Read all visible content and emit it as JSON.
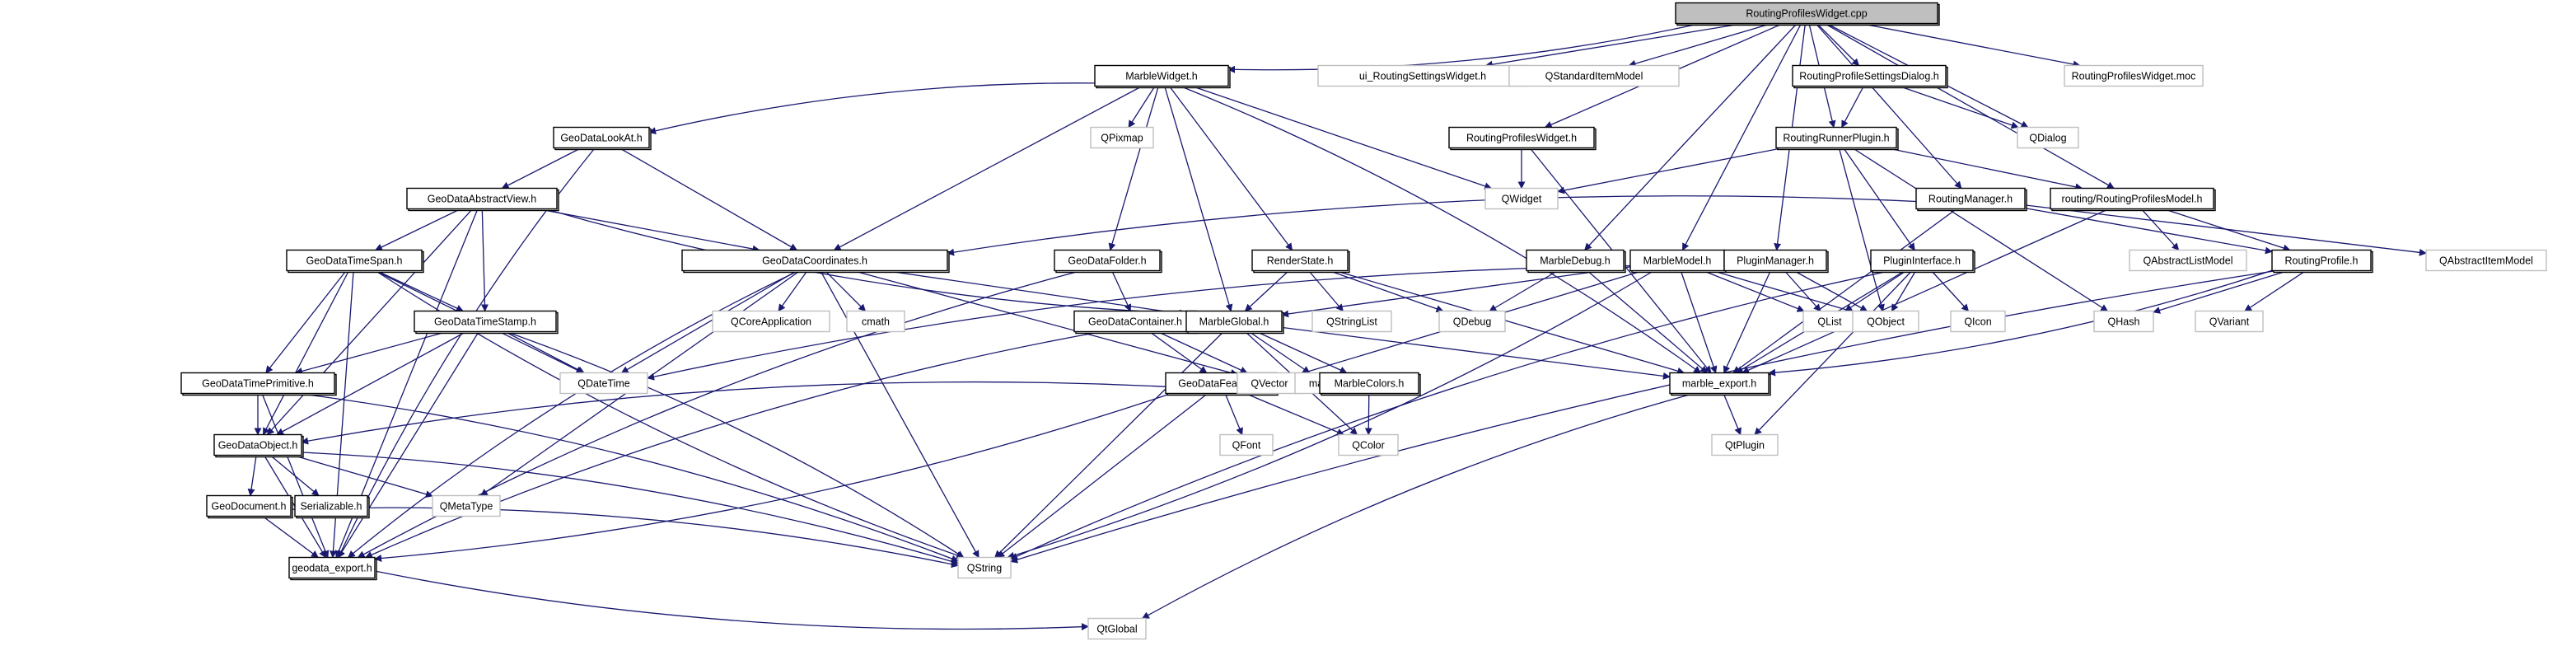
{
  "title": "RoutingProfilesWidget.cpp include dependency graph",
  "colors": {
    "edge": "#191970",
    "root_fill": "#bfbfbf",
    "local_border": "#000000",
    "external_border": "#bfbfbf"
  },
  "nodes": [
    {
      "id": "root",
      "label": "RoutingProfilesWidget.cpp",
      "kind": "root"
    },
    {
      "id": "MarbleWidget",
      "label": "MarbleWidget.h",
      "kind": "local"
    },
    {
      "id": "uiRSW",
      "label": "ui_RoutingSettingsWidget.h",
      "kind": "ext"
    },
    {
      "id": "QStandardItemModel",
      "label": "QStandardItemModel",
      "kind": "ext"
    },
    {
      "id": "RPSD",
      "label": "RoutingProfileSettingsDialog.h",
      "kind": "local"
    },
    {
      "id": "moc",
      "label": "RoutingProfilesWidget.moc",
      "kind": "ext"
    },
    {
      "id": "GeoDataLookAt",
      "label": "GeoDataLookAt.h",
      "kind": "local"
    },
    {
      "id": "QPixmap",
      "label": "QPixmap",
      "kind": "ext"
    },
    {
      "id": "RPWh",
      "label": "RoutingProfilesWidget.h",
      "kind": "local"
    },
    {
      "id": "RRP",
      "label": "RoutingRunnerPlugin.h",
      "kind": "local"
    },
    {
      "id": "QDialog",
      "label": "QDialog",
      "kind": "ext"
    },
    {
      "id": "QWidget",
      "label": "QWidget",
      "kind": "ext"
    },
    {
      "id": "RPM",
      "label": "routing/RoutingProfilesModel.h",
      "kind": "local"
    },
    {
      "id": "RoutingManager",
      "label": "RoutingManager.h",
      "kind": "local"
    },
    {
      "id": "GDAV",
      "label": "GeoDataAbstractView.h",
      "kind": "local"
    },
    {
      "id": "GDCoord",
      "label": "GeoDataCoordinates.h",
      "kind": "local"
    },
    {
      "id": "GDFolder",
      "label": "GeoDataFolder.h",
      "kind": "local"
    },
    {
      "id": "RenderState",
      "label": "RenderState.h",
      "kind": "local"
    },
    {
      "id": "MarbleDebug",
      "label": "MarbleDebug.h",
      "kind": "local"
    },
    {
      "id": "MarbleModel",
      "label": "MarbleModel.h",
      "kind": "local"
    },
    {
      "id": "PluginManager",
      "label": "PluginManager.h",
      "kind": "local"
    },
    {
      "id": "PluginInterface",
      "label": "PluginInterface.h",
      "kind": "local"
    },
    {
      "id": "QAbstractListModel",
      "label": "QAbstractListModel",
      "kind": "ext"
    },
    {
      "id": "RoutingProfile",
      "label": "RoutingProfile.h",
      "kind": "local"
    },
    {
      "id": "QAbstractItemModel",
      "label": "QAbstractItemModel",
      "kind": "ext"
    },
    {
      "id": "GDTimeSpan",
      "label": "GeoDataTimeSpan.h",
      "kind": "local"
    },
    {
      "id": "GDTimeStamp",
      "label": "GeoDataTimeStamp.h",
      "kind": "local"
    },
    {
      "id": "QCoreApplication",
      "label": "QCoreApplication",
      "kind": "ext"
    },
    {
      "id": "cmath",
      "label": "cmath",
      "kind": "ext"
    },
    {
      "id": "GDContainer",
      "label": "GeoDataContainer.h",
      "kind": "local"
    },
    {
      "id": "MarbleGlobal",
      "label": "MarbleGlobal.h",
      "kind": "local"
    },
    {
      "id": "QStringList",
      "label": "QStringList",
      "kind": "ext"
    },
    {
      "id": "QDebug",
      "label": "QDebug",
      "kind": "ext"
    },
    {
      "id": "QList",
      "label": "QList",
      "kind": "ext"
    },
    {
      "id": "QObject",
      "label": "QObject",
      "kind": "ext"
    },
    {
      "id": "QIcon",
      "label": "QIcon",
      "kind": "ext"
    },
    {
      "id": "QHash",
      "label": "QHash",
      "kind": "ext"
    },
    {
      "id": "QVariant",
      "label": "QVariant",
      "kind": "ext"
    },
    {
      "id": "GDTimePrimitive",
      "label": "GeoDataTimePrimitive.h",
      "kind": "local"
    },
    {
      "id": "QDateTime",
      "label": "QDateTime",
      "kind": "ext"
    },
    {
      "id": "GDFeature",
      "label": "GeoDataFeature.h",
      "kind": "local"
    },
    {
      "id": "QVector",
      "label": "QVector",
      "kind": "ext"
    },
    {
      "id": "mathh",
      "label": "math.h",
      "kind": "ext"
    },
    {
      "id": "MarbleColors",
      "label": "MarbleColors.h",
      "kind": "local"
    },
    {
      "id": "marble_export",
      "label": "marble_export.h",
      "kind": "local"
    },
    {
      "id": "GDObject",
      "label": "GeoDataObject.h",
      "kind": "local"
    },
    {
      "id": "QFont",
      "label": "QFont",
      "kind": "ext"
    },
    {
      "id": "QColor",
      "label": "QColor",
      "kind": "ext"
    },
    {
      "id": "QtPlugin",
      "label": "QtPlugin",
      "kind": "ext"
    },
    {
      "id": "GeoDocument",
      "label": "GeoDocument.h",
      "kind": "local"
    },
    {
      "id": "Serializable",
      "label": "Serializable.h",
      "kind": "local"
    },
    {
      "id": "QMetaType",
      "label": "QMetaType",
      "kind": "ext"
    },
    {
      "id": "geodata_export",
      "label": "geodata_export.h",
      "kind": "local"
    },
    {
      "id": "QString",
      "label": "QString",
      "kind": "ext"
    },
    {
      "id": "QtGlobal",
      "label": "QtGlobal",
      "kind": "ext"
    }
  ],
  "edges": [
    [
      "root",
      "MarbleWidget"
    ],
    [
      "root",
      "uiRSW"
    ],
    [
      "root",
      "QStandardItemModel"
    ],
    [
      "root",
      "RPSD"
    ],
    [
      "root",
      "moc"
    ],
    [
      "root",
      "RPWh"
    ],
    [
      "root",
      "RRP"
    ],
    [
      "root",
      "QDialog"
    ],
    [
      "root",
      "RPM"
    ],
    [
      "root",
      "RoutingManager"
    ],
    [
      "root",
      "MarbleDebug"
    ],
    [
      "root",
      "MarbleModel"
    ],
    [
      "root",
      "PluginManager"
    ],
    [
      "MarbleWidget",
      "GeoDataLookAt"
    ],
    [
      "MarbleWidget",
      "QPixmap"
    ],
    [
      "MarbleWidget",
      "QWidget"
    ],
    [
      "MarbleWidget",
      "GDCoord"
    ],
    [
      "MarbleWidget",
      "GDFolder"
    ],
    [
      "MarbleWidget",
      "MarbleGlobal"
    ],
    [
      "MarbleWidget",
      "RenderState"
    ],
    [
      "MarbleWidget",
      "marble_export"
    ],
    [
      "RPSD",
      "RRP"
    ],
    [
      "RPSD",
      "QDialog"
    ],
    [
      "RPWh",
      "QWidget"
    ],
    [
      "RPWh",
      "marble_export"
    ],
    [
      "RRP",
      "QWidget"
    ],
    [
      "RRP",
      "RPM"
    ],
    [
      "RRP",
      "PluginInterface"
    ],
    [
      "RRP",
      "QObject"
    ],
    [
      "RRP",
      "QHash"
    ],
    [
      "RPM",
      "QAbstractListModel"
    ],
    [
      "RPM",
      "RoutingProfile"
    ],
    [
      "RPM",
      "marble_export"
    ],
    [
      "RoutingManager",
      "GDCoord"
    ],
    [
      "RoutingManager",
      "RoutingProfile"
    ],
    [
      "RoutingManager",
      "QAbstractItemModel"
    ],
    [
      "RoutingManager",
      "marble_export"
    ],
    [
      "GeoDataLookAt",
      "GDAV"
    ],
    [
      "GeoDataLookAt",
      "GDCoord"
    ],
    [
      "GeoDataLookAt",
      "geodata_export"
    ],
    [
      "GDAV",
      "GDTimeSpan"
    ],
    [
      "GDAV",
      "GDTimeStamp"
    ],
    [
      "GDAV",
      "GDCoord"
    ],
    [
      "GDAV",
      "MarbleGlobal"
    ],
    [
      "GDAV",
      "GDObject"
    ],
    [
      "GDAV",
      "geodata_export"
    ],
    [
      "GDCoord",
      "QCoreApplication"
    ],
    [
      "GDCoord",
      "cmath"
    ],
    [
      "GDCoord",
      "MarbleGlobal"
    ],
    [
      "GDCoord",
      "QVector"
    ],
    [
      "GDCoord",
      "QMetaType"
    ],
    [
      "GDCoord",
      "geodata_export"
    ],
    [
      "GDCoord",
      "QString"
    ],
    [
      "GDCoord",
      "QDateTime"
    ],
    [
      "GDFolder",
      "GDContainer"
    ],
    [
      "GDFolder",
      "geodata_export"
    ],
    [
      "RenderState",
      "MarbleGlobal"
    ],
    [
      "RenderState",
      "QStringList"
    ],
    [
      "RenderState",
      "QDebug"
    ],
    [
      "RenderState",
      "marble_export"
    ],
    [
      "MarbleDebug",
      "QDebug"
    ],
    [
      "MarbleDebug",
      "marble_export"
    ],
    [
      "MarbleModel",
      "MarbleGlobal"
    ],
    [
      "MarbleModel",
      "QList"
    ],
    [
      "MarbleModel",
      "QObject"
    ],
    [
      "MarbleModel",
      "marble_export"
    ],
    [
      "MarbleModel",
      "QVector"
    ],
    [
      "MarbleModel",
      "QDateTime"
    ],
    [
      "MarbleModel",
      "QString"
    ],
    [
      "PluginManager",
      "QList"
    ],
    [
      "PluginManager",
      "QObject"
    ],
    [
      "PluginManager",
      "marble_export"
    ],
    [
      "PluginInterface",
      "QList"
    ],
    [
      "PluginInterface",
      "QObject"
    ],
    [
      "PluginInterface",
      "QIcon"
    ],
    [
      "PluginInterface",
      "QtPlugin"
    ],
    [
      "PluginInterface",
      "marble_export"
    ],
    [
      "PluginInterface",
      "QString"
    ],
    [
      "RoutingProfile",
      "QHash"
    ],
    [
      "RoutingProfile",
      "QVariant"
    ],
    [
      "RoutingProfile",
      "marble_export"
    ],
    [
      "RoutingProfile",
      "QString"
    ],
    [
      "GDTimeSpan",
      "GDTimeStamp"
    ],
    [
      "GDTimeSpan",
      "GDTimePrimitive"
    ],
    [
      "GDTimeSpan",
      "QDateTime"
    ],
    [
      "GDTimeSpan",
      "GDObject"
    ],
    [
      "GDTimeSpan",
      "geodata_export"
    ],
    [
      "GDTimeSpan",
      "QString"
    ],
    [
      "GDTimeStamp",
      "GDTimePrimitive"
    ],
    [
      "GDTimeStamp",
      "QDateTime"
    ],
    [
      "GDTimeStamp",
      "GDObject"
    ],
    [
      "GDTimeStamp",
      "geodata_export"
    ],
    [
      "GDTimeStamp",
      "QString"
    ],
    [
      "GDContainer",
      "GDFeature"
    ],
    [
      "GDContainer",
      "QVector"
    ],
    [
      "GDContainer",
      "geodata_export"
    ],
    [
      "MarbleGlobal",
      "mathh"
    ],
    [
      "MarbleGlobal",
      "MarbleColors"
    ],
    [
      "MarbleGlobal",
      "marble_export"
    ],
    [
      "MarbleGlobal",
      "QColor"
    ],
    [
      "MarbleGlobal",
      "QString"
    ],
    [
      "MarbleColors",
      "QColor"
    ],
    [
      "GDTimePrimitive",
      "GDObject"
    ],
    [
      "GDTimePrimitive",
      "geodata_export"
    ],
    [
      "GDTimePrimitive",
      "QString"
    ],
    [
      "GDFeature",
      "GDObject"
    ],
    [
      "GDFeature",
      "QFont"
    ],
    [
      "GDFeature",
      "QColor"
    ],
    [
      "GDFeature",
      "geodata_export"
    ],
    [
      "GDFeature",
      "QString"
    ],
    [
      "marble_export",
      "QtPlugin"
    ],
    [
      "marble_export",
      "QtGlobal"
    ],
    [
      "GDObject",
      "GeoDocument"
    ],
    [
      "GDObject",
      "Serializable"
    ],
    [
      "GDObject",
      "QMetaType"
    ],
    [
      "GDObject",
      "geodata_export"
    ],
    [
      "GDObject",
      "QString"
    ],
    [
      "GeoDocument",
      "geodata_export"
    ],
    [
      "GeoDocument",
      "QString"
    ],
    [
      "geodata_export",
      "QtGlobal"
    ]
  ]
}
